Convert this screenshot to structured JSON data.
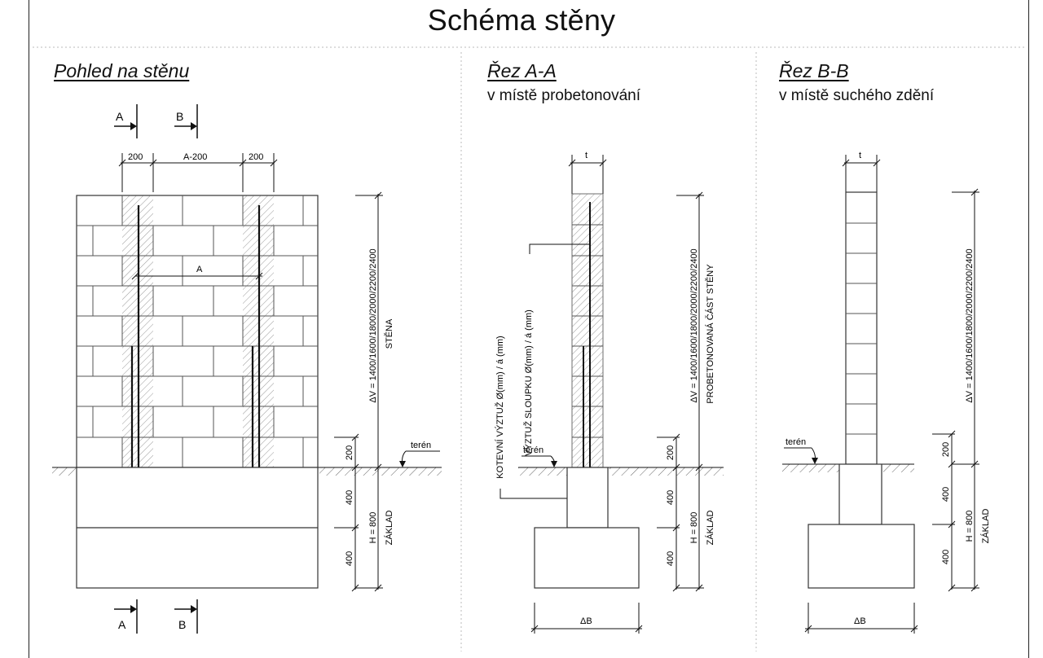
{
  "title": "Schéma stěny",
  "panels": {
    "view": {
      "title": "Pohled na stěnu",
      "section_a": "A",
      "section_b": "B",
      "dim_left": "200",
      "dim_mid": "A-200",
      "dim_right": "200",
      "dim_inner": "A",
      "dim_height": "ΔV = 1400/1600/1800/2000/2200/2400",
      "label_wall": "STĚNA",
      "dim_200": "200",
      "dim_400a": "400",
      "dim_400b": "400",
      "dim_h": "H = 800",
      "label_foundation": "ZÁKLAD",
      "terrain": "terén"
    },
    "section_aa": {
      "title": "Řez A-A",
      "subtitle": "v místě probetonování",
      "dim_t": "t",
      "rebar_column": "VÝZTUŽ SLOUPKU Ø(mm) / á (mm)",
      "rebar_anchor": "KOTEVNÍ VÝZTUŽ Ø(mm) / á (mm)",
      "terrain": "terén",
      "dim_height": "ΔV = 1400/1600/1800/2000/2200/2400",
      "label_concrete": "PROBETONOVANÁ ČÁST STĚNY",
      "dim_200": "200",
      "dim_400a": "400",
      "dim_400b": "400",
      "dim_h": "H = 800",
      "label_foundation": "ZÁKLAD",
      "dim_b": "ΔB"
    },
    "section_bb": {
      "title": "Řez B-B",
      "subtitle": "v místě suchého zdění",
      "dim_t": "t",
      "terrain": "terén",
      "dim_height": "ΔV = 1400/1600/1800/2000/2200/2400",
      "dim_200": "200",
      "dim_400a": "400",
      "dim_400b": "400",
      "dim_h": "H = 800",
      "label_foundation": "ZÁKLAD",
      "dim_b": "ΔB"
    }
  }
}
